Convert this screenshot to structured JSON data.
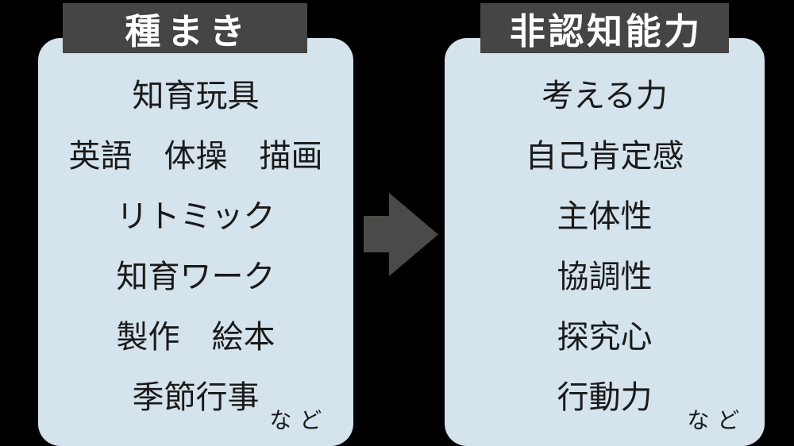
{
  "diagram": {
    "background_color": "#000000",
    "panel_color": "#d4e3ec",
    "header_color": "#454545",
    "header_text_color": "#ffffff",
    "arrow_color": "#4a4a48",
    "text_color": "#1a1a1a"
  },
  "left_box": {
    "title": "種まき",
    "items": [
      "知育玩具",
      "英語　体操　描画",
      "リトミック",
      "知育ワーク",
      "製作　絵本",
      "季節行事"
    ],
    "footer": "など"
  },
  "right_box": {
    "title": "非認知能力",
    "items": [
      "考える力",
      "自己肯定感",
      "主体性",
      "協調性",
      "探究心",
      "行動力"
    ],
    "footer": "など"
  },
  "arrow": {
    "icon": "right-arrow"
  }
}
